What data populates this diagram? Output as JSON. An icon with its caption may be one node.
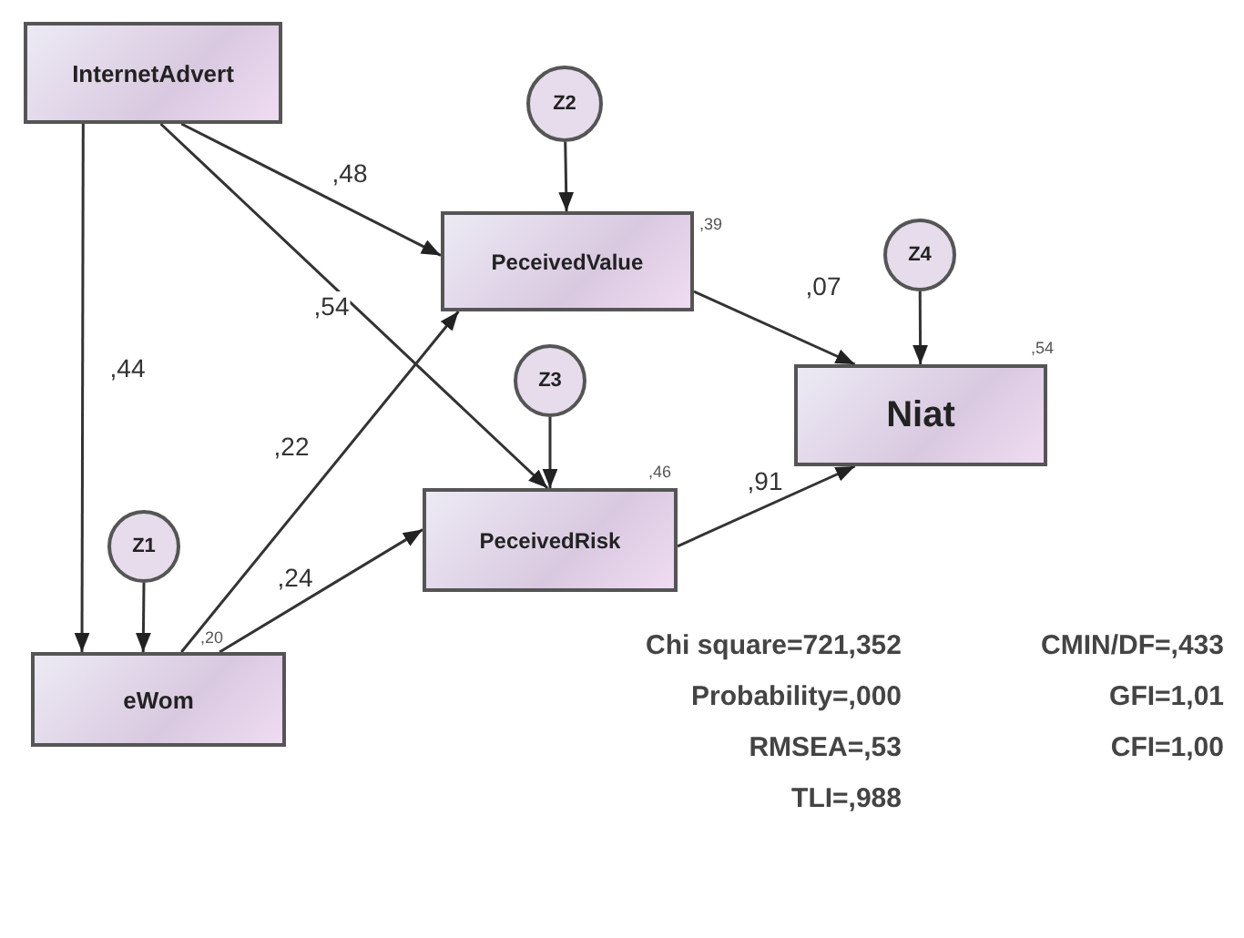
{
  "diagram": {
    "nodes": [
      {
        "text": [
          "InternetAdvert"
        ]
      },
      {
        "text": [
          "Z2"
        ]
      },
      {
        "text": [
          "PeceivedValue"
        ],
        "beside": [
          ",39"
        ]
      },
      {
        "text": [
          "Z4"
        ]
      },
      {
        "text": [
          "Niat"
        ],
        "beside": [
          ",54"
        ]
      },
      {
        "text": [
          "Z3"
        ]
      },
      {
        "text": [
          "PeceivedRisk"
        ],
        "beside": [
          ",46"
        ]
      },
      {
        "text": [
          "Z1"
        ]
      },
      {
        "text": [
          "eWom"
        ],
        "beside": [
          ",20"
        ]
      }
    ],
    "edges": [
      {
        "from": 0,
        "to": 2,
        "arrow": "to",
        "label": ",48"
      },
      {
        "from": 0,
        "to": 6,
        "arrow": "to",
        "label": ",54"
      },
      {
        "from": 0,
        "to": 8,
        "arrow": "to",
        "label": ",44"
      },
      {
        "from": 1,
        "to": 2,
        "arrow": "to"
      },
      {
        "from": 8,
        "to": 2,
        "arrow": "to",
        "label": ",22"
      },
      {
        "from": 2,
        "to": 4,
        "arrow": "to",
        "label": ",07"
      },
      {
        "from": 3,
        "to": 4,
        "arrow": "to"
      },
      {
        "from": 5,
        "to": 6,
        "arrow": "to"
      },
      {
        "from": 8,
        "to": 6,
        "arrow": "to",
        "label": ",24"
      },
      {
        "from": 6,
        "to": 4,
        "arrow": "to",
        "label": ",91"
      },
      {
        "from": 7,
        "to": 8,
        "arrow": "to"
      }
    ],
    "labels": [
      "Chi square=721,352",
      "CMIN/DF=,433",
      "Probability=,000",
      "GFI=1,01",
      "RMSEA=,53",
      "CFI=1,00",
      "TLI=,988"
    ]
  }
}
